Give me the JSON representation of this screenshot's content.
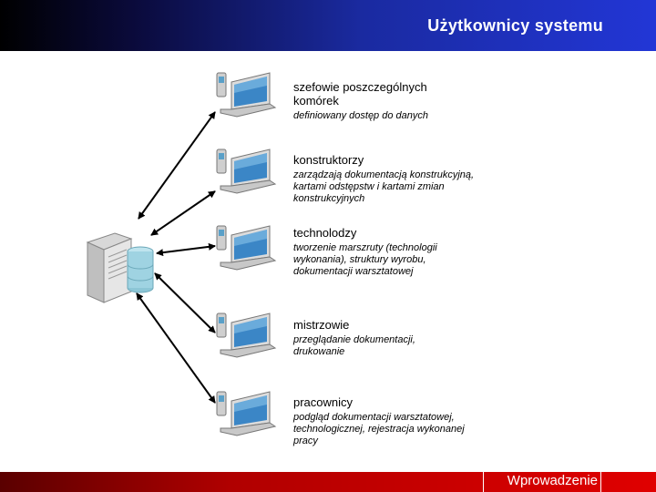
{
  "header": {
    "title": "Użytkownicy systemu"
  },
  "footer": {
    "label": "Wprowadzenie"
  },
  "groups": [
    {
      "title": "szefowie poszczególnych komórek",
      "desc": "definiowany dostęp do danych"
    },
    {
      "title": "konstruktorzy",
      "desc": "zarządzają dokumentacją konstrukcyjną, kartami odstępstw i kartami zmian konstrukcyjnych"
    },
    {
      "title": "technolodzy",
      "desc": "tworzenie marszruty (technologii wykonania), struktury wyrobu, dokumentacji warsztatowej"
    },
    {
      "title": "mistrzowie",
      "desc": "przeglądanie dokumentacji, drukowanie"
    },
    {
      "title": "pracownicy",
      "desc": "podgląd dokumentacji warsztatowej, technologicznej, rejestracja wykonanej pracy"
    }
  ],
  "icons": {
    "server": "server-icon",
    "workstation": "laptop-phone-icon"
  },
  "colors": {
    "header_blue": "#2236d6",
    "footer_red": "#e00000",
    "arrow": "#000000"
  }
}
